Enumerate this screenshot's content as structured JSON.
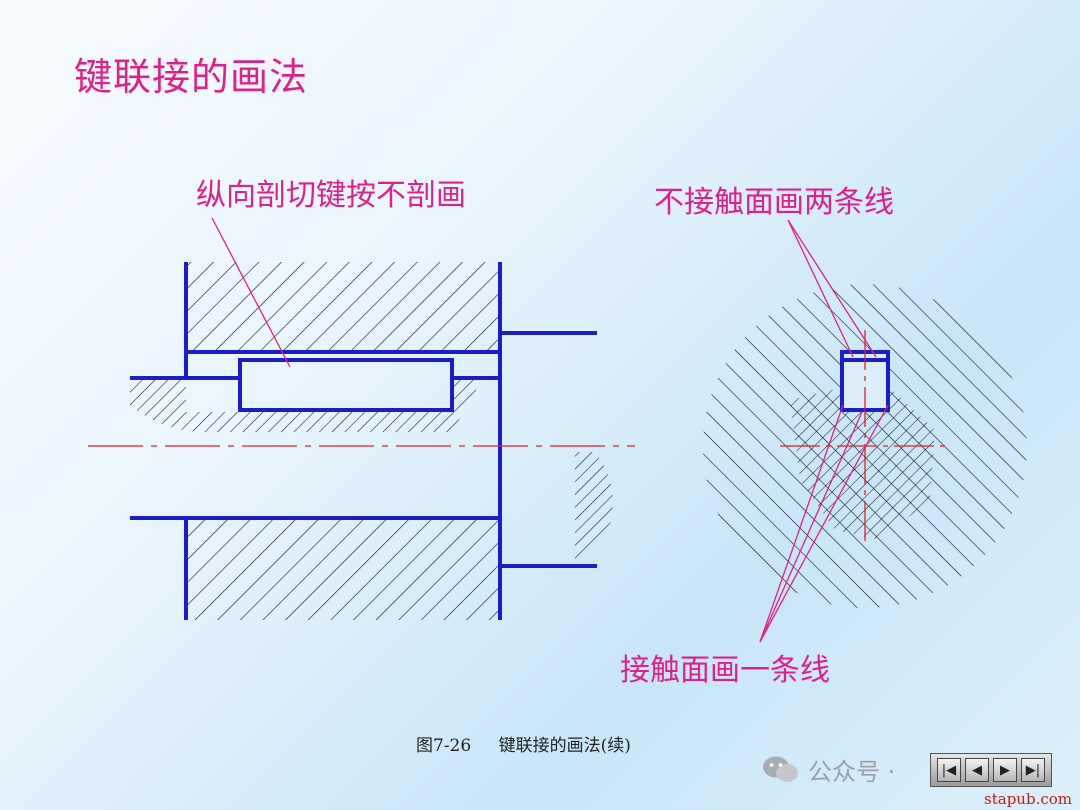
{
  "slide": {
    "title": "键联接的画法"
  },
  "labels": {
    "longitudinal_section": "纵向剖切键按不剖画",
    "non_contact_surface": "不接触面画两条线",
    "contact_surface": "接触面画一条线"
  },
  "caption": {
    "figure_number": "图7-26",
    "figure_title": "键联接的画法(续)"
  },
  "watermark": {
    "text": "公众号 ·",
    "site": "stapub.com"
  },
  "navigation": {
    "buttons": [
      "|◀",
      "◀",
      "▶",
      "▶|"
    ]
  },
  "colors": {
    "title": "#e0208a",
    "outline": "#1c1ccf",
    "hatch": "#111111",
    "centerline": "#e02020",
    "leader": "#e0208a"
  }
}
